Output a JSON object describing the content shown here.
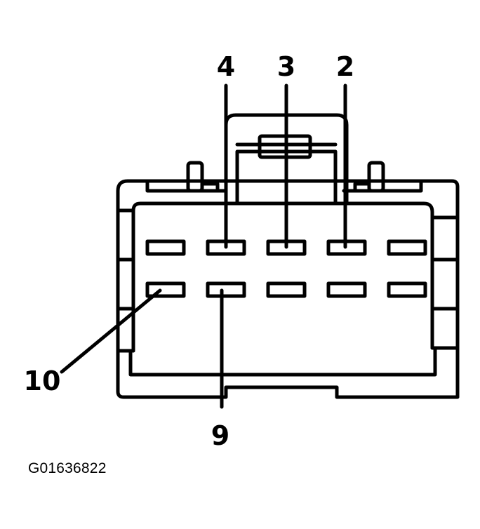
{
  "labels": {
    "pin4": "4",
    "pin3": "3",
    "pin2": "2",
    "pin10": "10",
    "pin9": "9"
  },
  "figure_id": "G01636822",
  "colors": {
    "line": "#000000",
    "background": "#ffffff"
  }
}
